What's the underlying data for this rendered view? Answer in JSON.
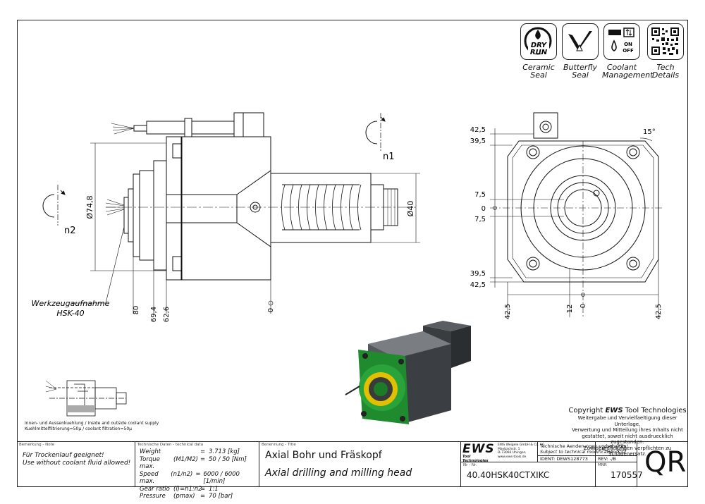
{
  "badges": [
    {
      "icon": "dry-run-ceramic-seal-icon",
      "badge_text": [
        "DRY",
        "RUN"
      ],
      "label_lines": [
        "Ceramic",
        "Seal"
      ]
    },
    {
      "icon": "butterfly-seal-icon",
      "badge_text": [],
      "label_lines": [
        "Butterfly",
        "Seal"
      ]
    },
    {
      "icon": "coolant-management-icon",
      "badge_text": [
        "ON",
        "OFF"
      ],
      "label_lines": [
        "Coolant",
        "Management"
      ]
    },
    {
      "icon": "qr-code-icon",
      "badge_text": [],
      "label_lines": [
        "Tech",
        "Details"
      ]
    }
  ],
  "drawing": {
    "side_view": {
      "rotation_labels": [
        "n1",
        "n2"
      ],
      "dims": {
        "d_body": "Ø74,8",
        "d_shaft": "Ø40",
        "dim_80": "80",
        "dim_69": "69,4",
        "dim_62": "62,6",
        "dim_0": "0"
      },
      "callout": [
        "Werkzeugaufnahme",
        "HSK-40"
      ]
    },
    "front_view": {
      "angle": "15°",
      "left_dims": [
        "42,5",
        "39,5",
        "7,5",
        "0",
        "7,5",
        "39,5",
        "42,5"
      ],
      "bottom_dims": [
        "42,5",
        "12",
        "0",
        "42,5"
      ]
    }
  },
  "coolant_note": {
    "line1": "Innen- und Aussenkuehlung / Inside and outside coolant supply",
    "line2": "Kuehlmittelfiltrierung=50µ / coolant filtration=50µ"
  },
  "copyright": {
    "title_prefix": "Copyright ",
    "brand": "EWS",
    "title_suffix": " Tool Technologies",
    "lines": [
      "Weitergabe und Vervielfaeltigung dieser Unterlage,",
      "Verwertung und Mitteilung ihres Inhalts nicht",
      "gestattet, soweit nicht ausdruecklich zugestanden.",
      "Zuwiderhandlungen verpflichten zu Schadenersatz."
    ]
  },
  "title_block": {
    "remark_caption": "Bemerkung - Note",
    "remark_lines": [
      "Für Trockenlauf geeignet!",
      "Use without coolant fluid allowed!"
    ],
    "tech_caption": "Technische Daten - technical data",
    "tech_rows": [
      {
        "name": "Weight",
        "sym": "",
        "eq": "=",
        "val": "3.713 [kg]"
      },
      {
        "name": "Torque max.",
        "sym": "(M1/M2)",
        "eq": "=",
        "val": "50 / 50 [Nm]"
      },
      {
        "name": "Speed max.",
        "sym": "(n1/n2)",
        "eq": "=",
        "val": "6000 / 6000 [1/min]"
      },
      {
        "name": "Gear ratio",
        "sym": "(i)=n1:n2",
        "eq": "=",
        "val": "1:1"
      },
      {
        "name": "Pressure",
        "sym": "(pmax)",
        "eq": "=",
        "val": "70 [bar]"
      }
    ],
    "title_caption": "Benennung - Title",
    "title_de": "Axial Bohr und Fräskopf",
    "title_en": "Axial drilling and milling head",
    "logo": "EWS",
    "logo_sub": "Tool Technologies",
    "company_lines": [
      "EWS Weigele GmbH & Co. KG",
      "Maybachstr. 1",
      "D-73066 Uhingen",
      "www.ews-tools.de"
    ],
    "change_de": "Technische Aenderungen vorbehalten!",
    "change_en": "Subject to technical modifications!",
    "ident_label": "IDENT:",
    "ident_value": "DEWS128773",
    "rev_label": "REV:",
    "rev_value": "-/B",
    "nr_caption": "Nr - Nr.",
    "part_number": "40.40HSK40CTXIKC",
    "mnr_caption": "MNR",
    "mnr": "170557",
    "qr_label": "QR"
  }
}
